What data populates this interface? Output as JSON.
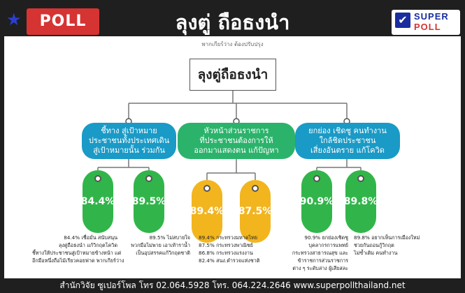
{
  "header": {
    "badge": "POLL",
    "title": "ลุงตู่ ถือธงนำ",
    "logo_line1": "SUPER",
    "logo_line2": "POLL"
  },
  "panel": {
    "subtitle": "พากเกียร์ว่าง ต้องปรับปรุง",
    "root": "ลุงตู่ถือธงนำ",
    "categories": [
      {
        "lines": [
          "ชี้ทาง สู่เป้าหมาย",
          "ประชาชนทั้งประเทศเดิน",
          "สู่เป้าหมายนั้น ร่วมกัน"
        ]
      },
      {
        "lines": [
          "หัวหน้าส่วนราชการ",
          "ที่ประชาชนต้องการให้",
          "ออกมาแสดงตน แก้ปัญหา"
        ]
      },
      {
        "lines": [
          "ยกย่อง เชิดชู คนทำงาน",
          "ใกล้ชิดประชาชน",
          "เสี่ยงอันตราย แก้โควิด"
        ]
      }
    ],
    "pills": [
      {
        "value": "84.4%",
        "color": "#31b54a"
      },
      {
        "value": "89.5%",
        "color": "#31b54a"
      },
      {
        "value": "89.4%",
        "color": "#f2b51e"
      },
      {
        "value": "87.5%",
        "color": "#f2b51e"
      },
      {
        "value": "90.9%",
        "color": "#31b54a"
      },
      {
        "value": "89.8%",
        "color": "#31b54a"
      }
    ],
    "notes": [
      [
        "84.4% เชื่อมั่น สนับสนุน",
        "ลุงตู่ถือธงนำ แก้วิกฤตโควิด",
        "ชี้ทางให้ประชาชนสู่เป้าหมายข้างหน้า แต่",
        "อีกมือหนึ่งถือไม้เรียวคอยฟาด พากเกียร์ว่าง"
      ],
      [
        "89.5% ไม่สบายใจ",
        "พวกมือไม่พาย เอาเท้าราน้ำ",
        "เป็นอุปสรรคแก้วิกฤตชาติ"
      ],
      [
        "89.4% กระทรวงมหาดไทย",
        "87.5% กระทรวงพาณิชย์",
        "86.8% กระทรวงแรงงาน",
        "82.4% สนง.ตำรวจแห่งชาติ"
      ],
      [
        "90.9% ยกย่องเชิดชู",
        "บุคลากรการแพทย์",
        "กระทรวงสาธารณสุข และ",
        "ข้าราชการส่วนราชการ",
        "ต่าง ๆ ระดับล่าง ผู้เสียสละ"
      ],
      [
        "89.8% อยากเห็นการเมืองใหม่",
        "ช่วยกันถอนกู้วิกฤต",
        "ไม่ซ้ำเติม คนทำงาน"
      ]
    ]
  },
  "footer": {
    "text": "สำนักวิจัย ซูเปอร์โพล โทร 02.064.5928  โทร. 064.224.2646 www.superpollthailand.net"
  }
}
